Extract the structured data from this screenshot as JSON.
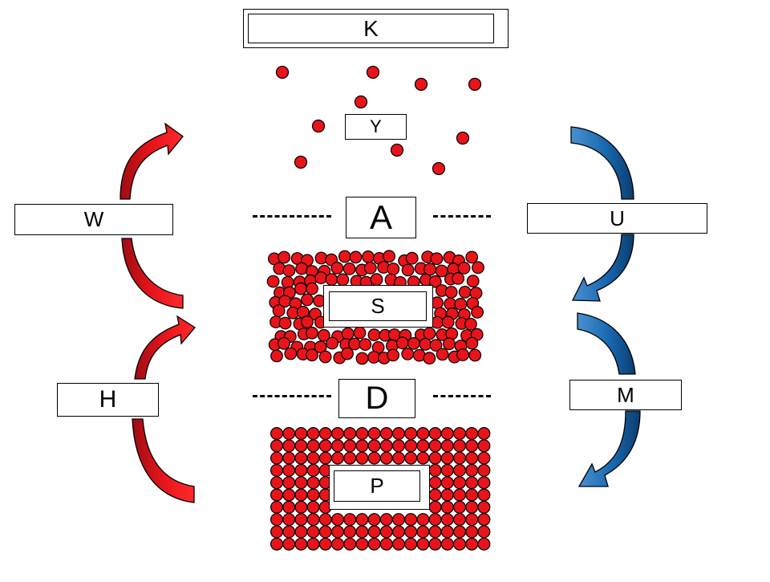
{
  "labels": {
    "K": "K",
    "Y": "Y",
    "A": "A",
    "S": "S",
    "D": "D",
    "P": "P",
    "W": "W",
    "U": "U",
    "H": "H",
    "M": "M"
  },
  "colors": {
    "particle_fill": "#e8141a",
    "particle_stroke": "#000000",
    "warm_arrow": "#e3131b",
    "warm_arrow_dark": "#9c0d12",
    "cool_arrow": "#1868b0",
    "cool_arrow_dark": "#0b3d6e"
  },
  "icons": {
    "warm_arrows": "curved-arrow-up",
    "cool_arrows": "curved-arrow-down"
  }
}
